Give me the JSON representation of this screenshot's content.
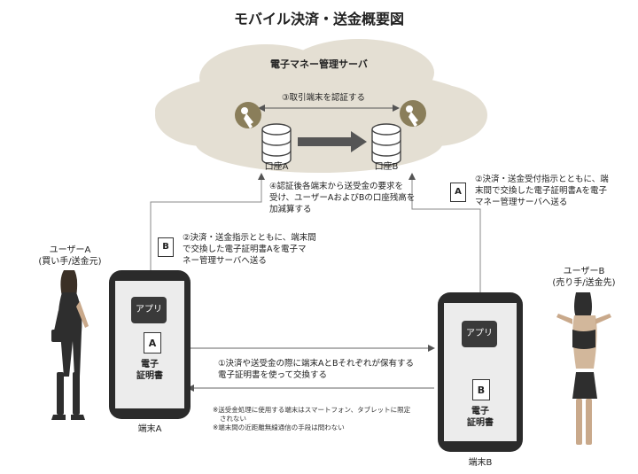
{
  "title": "モバイル決済・送金概要図",
  "server": {
    "label": "電子マネー管理サーバ",
    "auth": "③取引端末を認証する",
    "account_a": "口座A",
    "account_b": "口座B"
  },
  "steps": {
    "step1_line1": "①決済や送受金の際に端末AとBそれぞれが保有する",
    "step1_line2": "電子証明書を使って交換する",
    "step2a_line1": "②決済・送金指示とともに、端末間",
    "step2a_line2": "で交換した電子証明書Aを電子マ",
    "step2a_line3": "ネー管理サーバへ送る",
    "step2b_line1": "②決済・送金受付指示とともに、端",
    "step2b_line2": "末間で交換した電子証明書Aを電子",
    "step2b_line3": "マネー管理サーバへ送る",
    "step4_line1": "④認証後各端末から送受金の要求を",
    "step4_line2": "受け、ユーザーAおよびBの口座残高を",
    "step4_line3": "加減算する"
  },
  "user_a": {
    "name": "ユーザーA",
    "role": "(買い手/送金元)"
  },
  "user_b": {
    "name": "ユーザーB",
    "role": "(売り手/送金先)"
  },
  "terminal_a": {
    "label": "端末A",
    "app": "アプリ",
    "doc_letter": "A",
    "cert_line1": "電子",
    "cert_line2": "証明書"
  },
  "terminal_b": {
    "label": "端末B",
    "app": "アプリ",
    "doc_letter": "B",
    "cert_line1": "電子",
    "cert_line2": "証明書"
  },
  "doc_b_small": "B",
  "doc_a_small": "A",
  "notes": {
    "note1_line1": "※送受金処理に使用する端末はスマートフォン、タブレットに限定",
    "note1_line2": "されない",
    "note2": "※端末間の近距離無線通信の手段は問わない"
  },
  "colors": {
    "cloud": "#e4dfd3",
    "key": "#8a7e5a",
    "phone": "#2b2b2b"
  }
}
